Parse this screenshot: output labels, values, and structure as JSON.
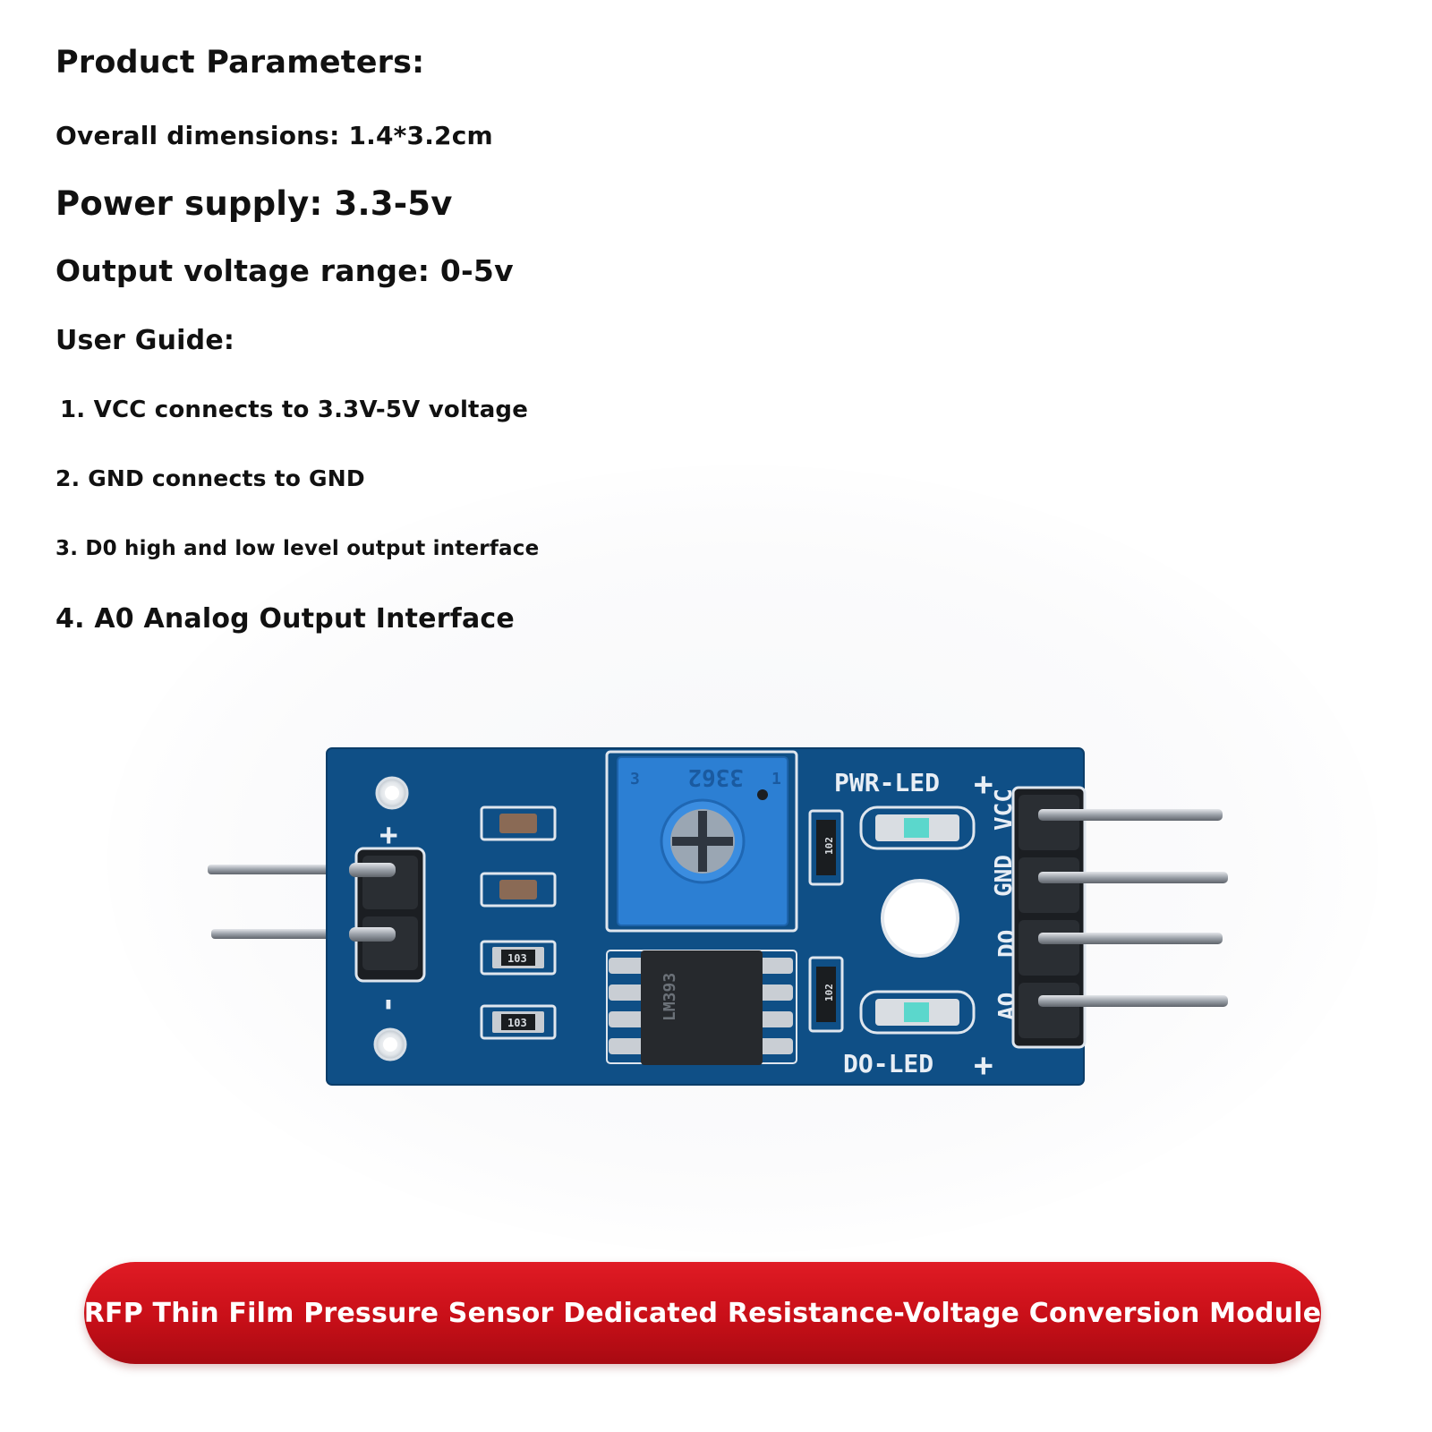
{
  "params": {
    "heading": "Product Parameters:",
    "dimensions": "Overall dimensions: 1.4*3.2cm",
    "power": "Power supply: 3.3-5v",
    "output_range": "Output voltage range: 0-5v"
  },
  "guide": {
    "heading": "User Guide:",
    "steps": [
      "1. VCC connects to 3.3V-5V voltage",
      "2. GND connects to GND",
      "3. D0 high and low level output interface",
      "4. A0 Analog Output Interface"
    ]
  },
  "board": {
    "pwr_led": "PWR-LED",
    "do_led": "DO-LED",
    "pins": [
      "VCC",
      "GND",
      "DO",
      "AO"
    ],
    "plus": "+",
    "minus": "-",
    "pot_code": "3362",
    "pot_num_left": "3",
    "pot_num_right": "1",
    "chip_code": "LM393",
    "resistor_code_a": "103",
    "resistor_code_b": "102",
    "colors": {
      "pcb": "#0f4f86",
      "pot": "#2c7fd3",
      "pin": "#9a9fa6"
    }
  },
  "banner": {
    "text": "RFP Thin Film Pressure Sensor Dedicated Resistance-Voltage Conversion Module",
    "color": "#d3141d"
  }
}
